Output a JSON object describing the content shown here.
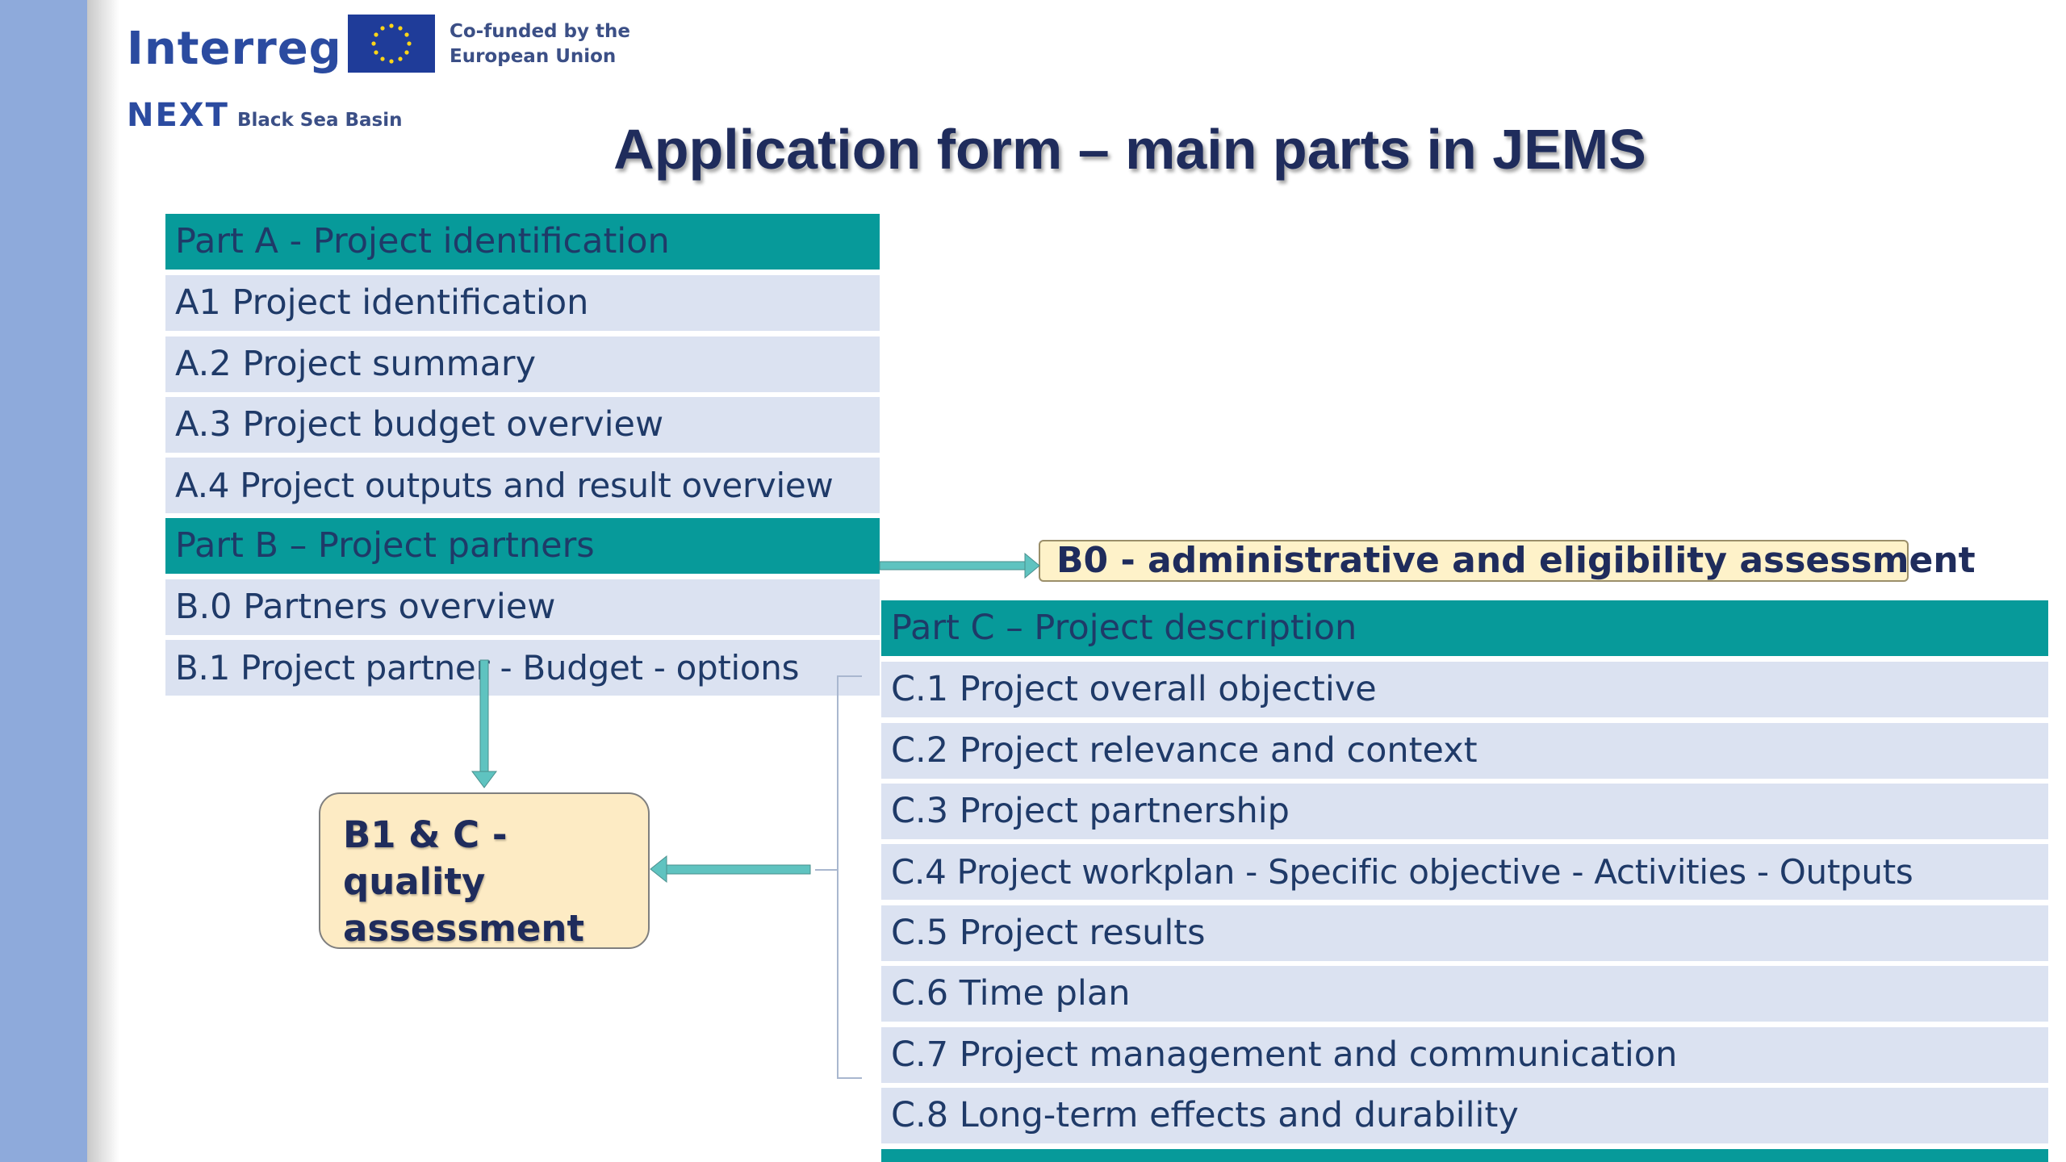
{
  "header": {
    "logo_interreg": "Interreg",
    "logo_cofunded": "Co-funded by the European Union",
    "logo_next": "NEXT",
    "logo_next_sub": "Black Sea Basin",
    "title": "Application form – main parts in JEMS"
  },
  "part_a": {
    "heading": "Part A - Project identification",
    "items": [
      "A1 Project identification",
      "A.2 Project summary",
      "A.3 Project budget overview",
      "A.4 Project outputs and result overview"
    ]
  },
  "part_b": {
    "heading": "Part B – Project partners",
    "items": [
      "B.0 Partners overview",
      "B.1 Project partner - Budget - options"
    ]
  },
  "part_c": {
    "heading": "Part C – Project description",
    "items": [
      "C.1 Project overall objective",
      "C.2 Project relevance and context",
      "C.3 Project partnership",
      "C.4 Project workplan - Specific objective - Activities - Outputs",
      "C.5 Project results",
      "C.6 Time plan",
      "C.7 Project management and communication",
      "C.8 Long-term effects and durability"
    ]
  },
  "assessments": {
    "b0": "B0 - administrative and eligibility assessment",
    "b1c_line1": "B1 & C - quality",
    "b1c_line2": "assessment"
  },
  "colors": {
    "header_fill": "#079a9a",
    "item_fill": "#dbe2f1",
    "text": "#1f3a68",
    "assessment_fill": "#fef2c9",
    "arrow": "#5fc3c0",
    "sidebar": "#8eaadb"
  }
}
